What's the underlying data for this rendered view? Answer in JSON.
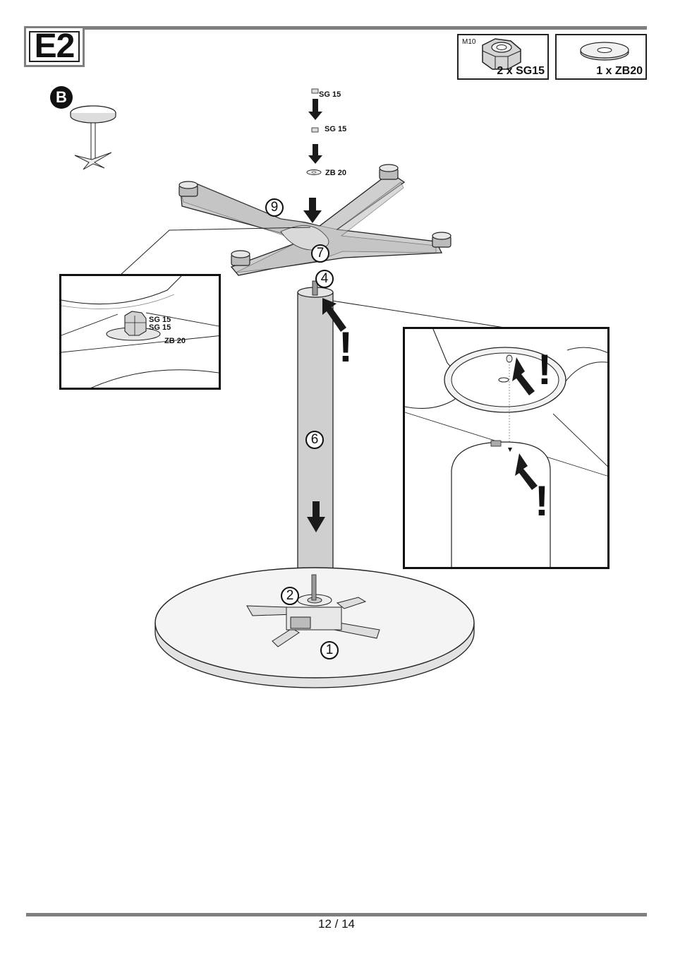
{
  "step": {
    "label": "E2"
  },
  "variant": {
    "label": "B"
  },
  "parts": [
    {
      "size": "M10",
      "count_label": "2 x SG15",
      "icon": "hex-nut-icon"
    },
    {
      "size": "",
      "count_label": "1 x ZB20",
      "icon": "washer-icon"
    }
  ],
  "hardware_labels": {
    "nut_top": "SG 15",
    "nut_second": "SG 15",
    "washer": "ZB 20"
  },
  "detail_left": {
    "nut_a": "SG 15",
    "nut_b": "SG 15",
    "washer": "ZB 20"
  },
  "component_numbers": {
    "base": "1",
    "plate": "2",
    "bolt": "4",
    "column": "6",
    "cross": "7",
    "bolt_point": "9"
  },
  "warnings": {
    "mark": "!"
  },
  "footer": {
    "page": "12 / 14"
  },
  "colors": {
    "rule": "#7f7f7f",
    "part_fill": "#d0d0d0",
    "ink": "#111111"
  }
}
